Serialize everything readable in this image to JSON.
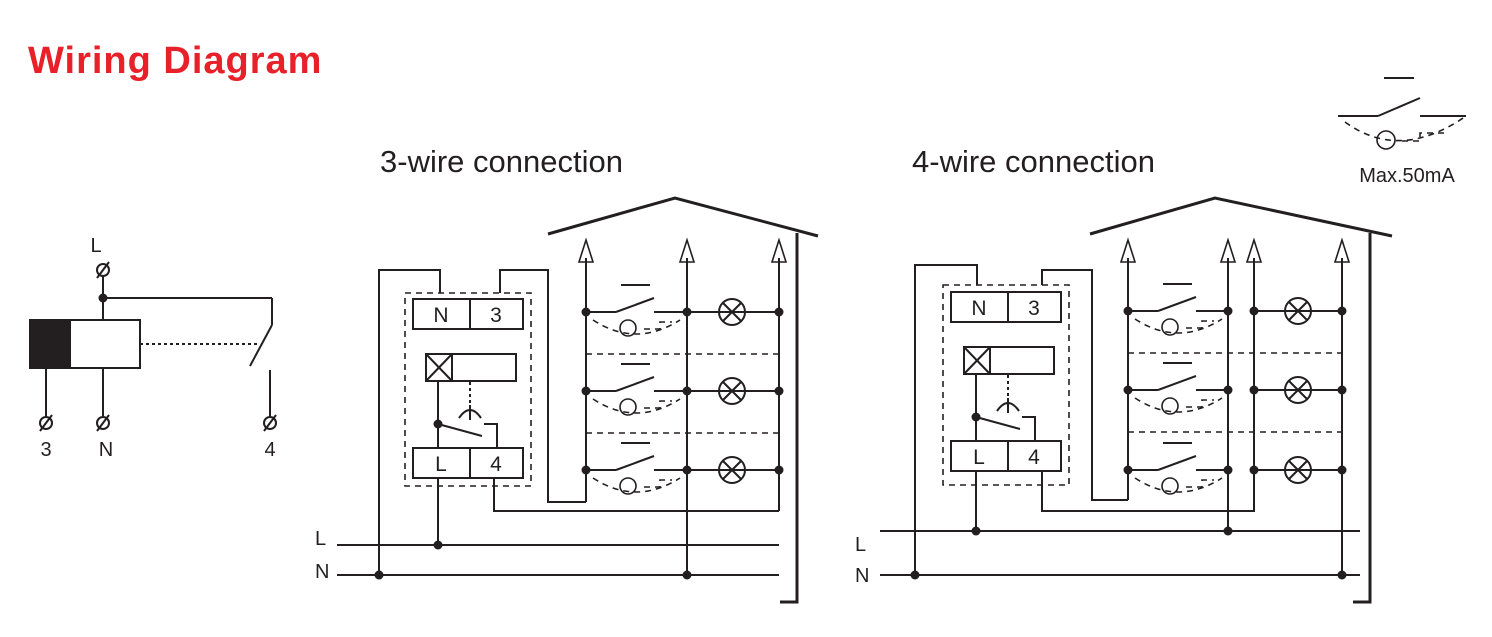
{
  "header": {
    "title": "Wiring Diagram",
    "title_color": "#e8202a"
  },
  "line_color": "#231f20",
  "symbol": {
    "terminals": {
      "top": "L",
      "bottom_left": "3",
      "bottom_mid": "N",
      "bottom_right": "4"
    }
  },
  "three_wire": {
    "caption": "3-wire connection",
    "relay_top_left": "N",
    "relay_top_right": "3",
    "relay_bottom_left": "L",
    "relay_bottom_right": "4",
    "bus_l": "L",
    "bus_n": "N"
  },
  "four_wire": {
    "caption": "4-wire connection",
    "relay_top_left": "N",
    "relay_top_right": "3",
    "relay_bottom_left": "L",
    "relay_bottom_right": "4",
    "bus_l": "L",
    "bus_n": "N"
  },
  "legend": {
    "max_current": "Max.50mA"
  }
}
